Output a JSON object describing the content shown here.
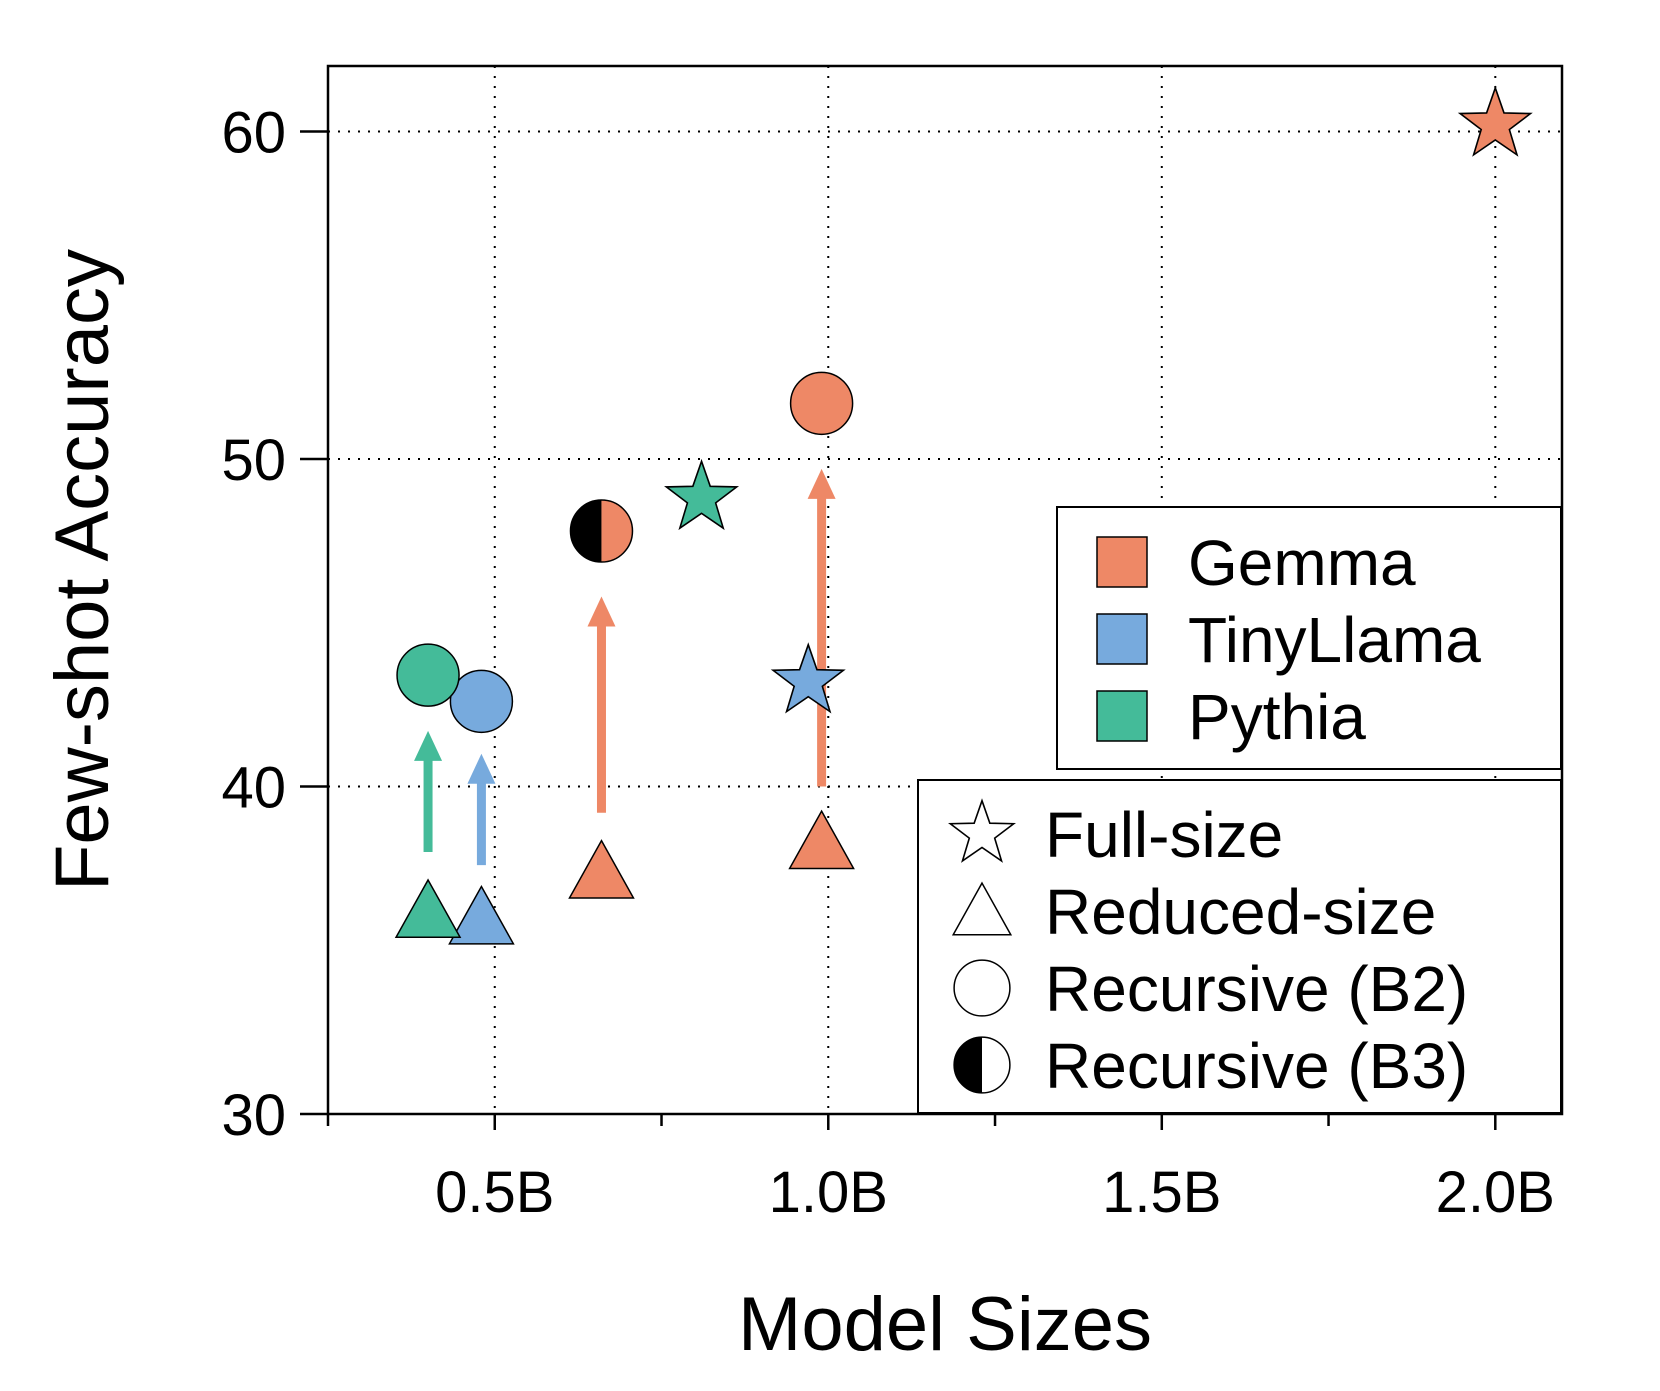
{
  "chart_data": {
    "type": "scatter",
    "xlabel": "Model Sizes",
    "ylabel": "Few-shot Accuracy",
    "xlim": [
      0.25,
      2.1
    ],
    "ylim": [
      30,
      62
    ],
    "x_ticks": [
      {
        "value": 0.5,
        "label": "0.5B"
      },
      {
        "value": 1.0,
        "label": "1.0B"
      },
      {
        "value": 1.5,
        "label": "1.5B"
      },
      {
        "value": 2.0,
        "label": "2.0B"
      }
    ],
    "x_minor_ticks": [
      0.25,
      0.75,
      1.25,
      1.75
    ],
    "y_ticks": [
      {
        "value": 30,
        "label": "30"
      },
      {
        "value": 40,
        "label": "40"
      },
      {
        "value": 50,
        "label": "50"
      },
      {
        "value": 60,
        "label": "60"
      }
    ],
    "grid": true,
    "colors": {
      "Gemma": "#EE8866",
      "TinyLlama": "#77AADD",
      "Pythia": "#44BB99"
    },
    "model_legend": {
      "placement": "right",
      "entries": [
        {
          "label": "Gemma",
          "color": "#EE8866"
        },
        {
          "label": "TinyLlama",
          "color": "#77AADD"
        },
        {
          "label": "Pythia",
          "color": "#44BB99"
        }
      ]
    },
    "marker_legend": {
      "placement": "bottom-right",
      "entries": [
        {
          "label": "Full-size",
          "marker": "star"
        },
        {
          "label": "Reduced-size",
          "marker": "triangle"
        },
        {
          "label": "Recursive (B2)",
          "marker": "circle"
        },
        {
          "label": "Recursive (B3)",
          "marker": "half-circle"
        }
      ]
    },
    "points": [
      {
        "model": "Gemma",
        "variant": "Full-size",
        "marker": "star",
        "x": 2.0,
        "y": 60.2
      },
      {
        "model": "Gemma",
        "variant": "Reduced-size",
        "marker": "triangle",
        "x": 0.99,
        "y": 38.3
      },
      {
        "model": "Gemma",
        "variant": "Recursive (B2)",
        "marker": "circle",
        "x": 0.99,
        "y": 51.7
      },
      {
        "model": "Gemma",
        "variant": "Reduced-size",
        "marker": "triangle",
        "x": 0.66,
        "y": 37.4
      },
      {
        "model": "Gemma",
        "variant": "Recursive (B3)",
        "marker": "half-circle",
        "x": 0.66,
        "y": 47.8
      },
      {
        "model": "TinyLlama",
        "variant": "Full-size",
        "marker": "star",
        "x": 0.97,
        "y": 43.2
      },
      {
        "model": "TinyLlama",
        "variant": "Reduced-size",
        "marker": "triangle",
        "x": 0.48,
        "y": 36.0
      },
      {
        "model": "TinyLlama",
        "variant": "Recursive (B2)",
        "marker": "circle",
        "x": 0.48,
        "y": 42.6
      },
      {
        "model": "Pythia",
        "variant": "Full-size",
        "marker": "star",
        "x": 0.81,
        "y": 48.8
      },
      {
        "model": "Pythia",
        "variant": "Reduced-size",
        "marker": "triangle",
        "x": 0.4,
        "y": 36.2
      },
      {
        "model": "Pythia",
        "variant": "Recursive (B2)",
        "marker": "circle",
        "x": 0.4,
        "y": 43.4
      }
    ],
    "arrows": [
      {
        "model": "Pythia",
        "x": 0.4,
        "y_from": 38.0,
        "y_to": 41.7
      },
      {
        "model": "TinyLlama",
        "x": 0.48,
        "y_from": 37.6,
        "y_to": 41.0
      },
      {
        "model": "Gemma",
        "x": 0.66,
        "y_from": 39.2,
        "y_to": 45.8
      },
      {
        "model": "Gemma",
        "x": 0.99,
        "y_from": 40.0,
        "y_to": 49.7
      }
    ]
  }
}
